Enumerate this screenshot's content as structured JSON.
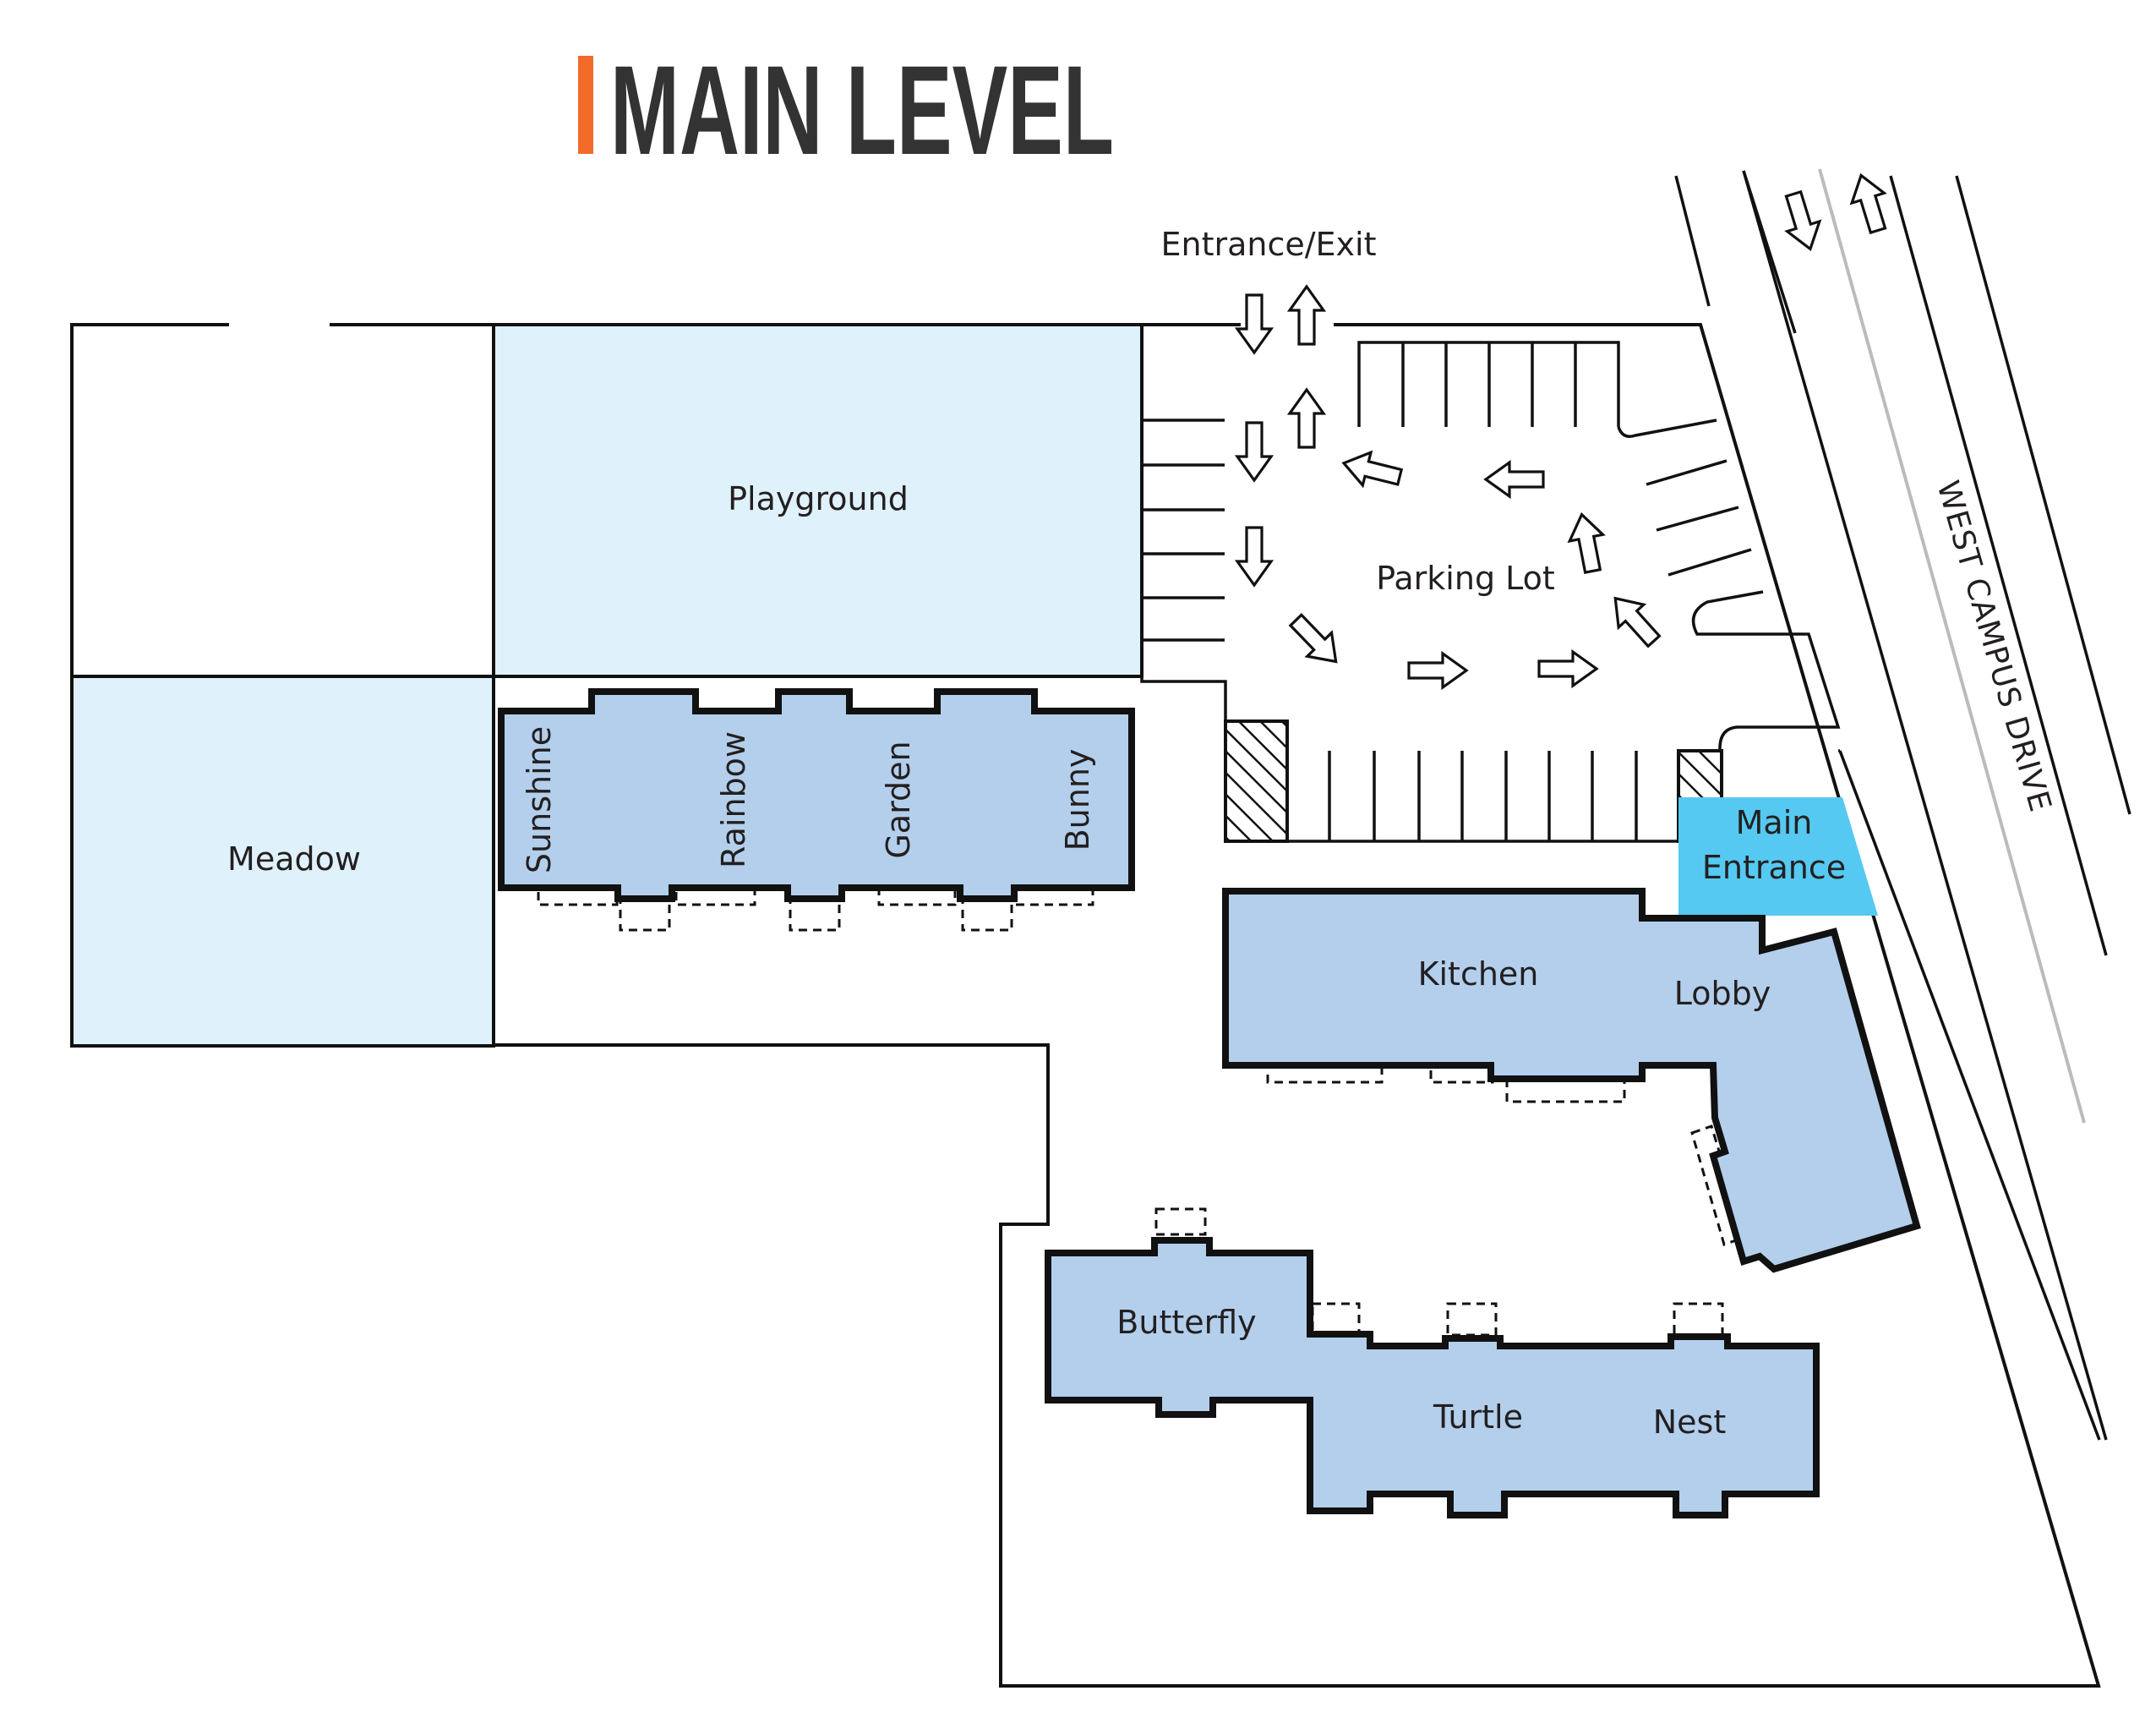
{
  "title": "MAIN LEVEL",
  "colors": {
    "accent": "#f26b2a",
    "title": "#333333",
    "zone_fill": "#dff1fb",
    "building_fill": "#b3cfec",
    "entrance_fill": "#55c9f1",
    "outline": "#111111",
    "median": "#bbbbbb"
  },
  "road": {
    "name": "WEST CAMPUS DRIVE"
  },
  "parking": {
    "entrance_label": "Entrance/Exit",
    "lot_label": "Parking Lot"
  },
  "areas": {
    "playground": "Playground",
    "meadow": "Meadow"
  },
  "classrooms_top": {
    "sunshine": "Sunshine",
    "rainbow": "Rainbow",
    "garden": "Garden",
    "bunny": "Bunny"
  },
  "main_building": {
    "entrance_line1": "Main",
    "entrance_line2": "Entrance",
    "kitchen": "Kitchen",
    "lobby": "Lobby"
  },
  "classrooms_bottom": {
    "butterfly": "Butterfly",
    "turtle": "Turtle",
    "nest": "Nest"
  }
}
